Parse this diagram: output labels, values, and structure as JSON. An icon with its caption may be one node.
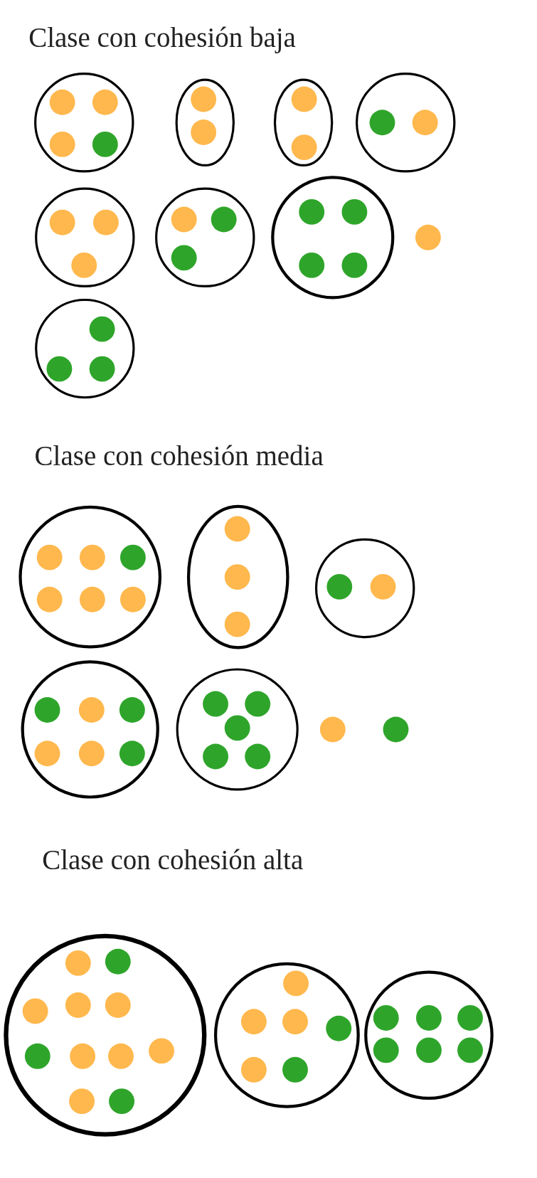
{
  "diagram": {
    "labels": [
      "Clase con cohesión baja",
      "Clase con cohesión media",
      "Clase con cohesión alta"
    ]
  }
}
